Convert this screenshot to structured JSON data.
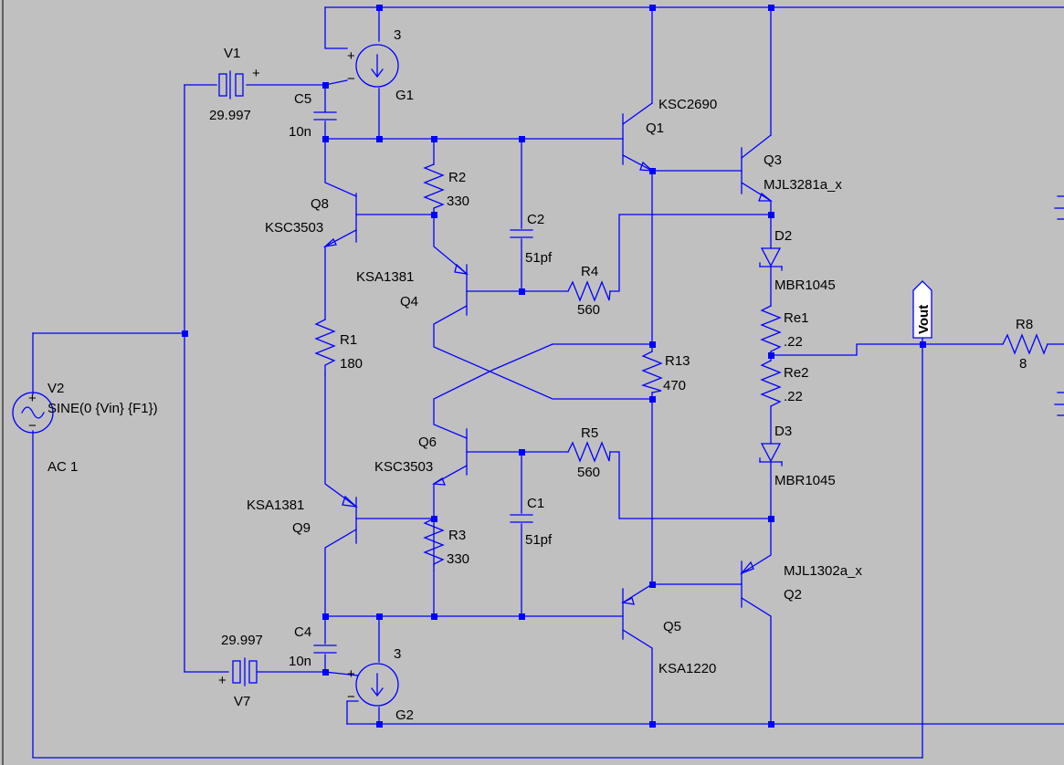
{
  "colors": {
    "background": "#c0c0c0",
    "wire": "#0000ff",
    "text": "#000000",
    "flag": "#ffffff"
  },
  "components": {
    "V1": {
      "name": "V1",
      "value": "29.997"
    },
    "V7": {
      "name": "V7",
      "value": "29.997"
    },
    "V2": {
      "name": "V2",
      "value": "SINE(0 {Vin} {F1})",
      "ac": "AC 1"
    },
    "G1": {
      "name": "G1",
      "value": "3"
    },
    "G2": {
      "name": "G2",
      "value": "3"
    },
    "C5": {
      "name": "C5",
      "value": "10n"
    },
    "C4": {
      "name": "C4",
      "value": "10n"
    },
    "C2": {
      "name": "C2",
      "value": "51pf"
    },
    "C1": {
      "name": "C1",
      "value": "51pf"
    },
    "R2": {
      "name": "R2",
      "value": "330"
    },
    "R3": {
      "name": "R3",
      "value": "330"
    },
    "R1": {
      "name": "R1",
      "value": "180"
    },
    "R4": {
      "name": "R4",
      "value": "560"
    },
    "R5": {
      "name": "R5",
      "value": "560"
    },
    "R13": {
      "name": "R13",
      "value": "470"
    },
    "Re1": {
      "name": "Re1",
      "value": ".22"
    },
    "Re2": {
      "name": "Re2",
      "value": ".22"
    },
    "R8": {
      "name": "R8",
      "value": "8"
    },
    "D2": {
      "name": "D2",
      "value": "MBR1045"
    },
    "D3": {
      "name": "D3",
      "value": "MBR1045"
    },
    "Q1": {
      "name": "Q1",
      "value": "KSC2690"
    },
    "Q3": {
      "name": "Q3",
      "value": "MJL3281a_x"
    },
    "Q8": {
      "name": "Q8",
      "value": "KSC3503"
    },
    "Q4": {
      "name": "Q4",
      "value": "KSA1381"
    },
    "Q6": {
      "name": "Q6",
      "value": "KSC3503"
    },
    "Q9": {
      "name": "Q9",
      "value": "KSA1381"
    },
    "Q5": {
      "name": "Q5",
      "value": "KSA1220"
    },
    "Q2": {
      "name": "Q2",
      "value": "MJL1302a_x"
    }
  },
  "net_labels": {
    "vout": "Vout"
  },
  "polarity": {
    "plus": "+",
    "minus": "−"
  }
}
